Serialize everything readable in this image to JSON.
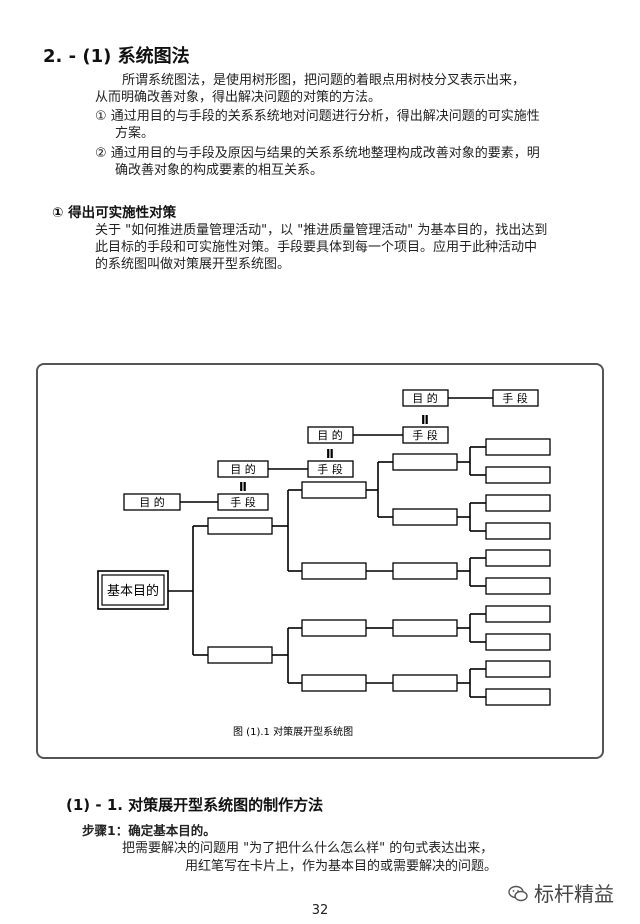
{
  "section_title": "2. - (1) 系统图法",
  "intro": {
    "line1": "所谓系统图法，是使用树形图，把问题的着眼点用树枝分叉表示出来，",
    "line2": "从而明确改善对象，得出解决问题的对策的方法。",
    "item1_line1": "① 通过用目的与手段的关系系统地对问题进行分析，得出解决问题的可实施性",
    "item1_line2": "方案。",
    "item2_line1": "② 通过用目的与手段及原因与结果的关系系统地整理构成改善对象的要素，明",
    "item2_line2": "确改善对象的构成要素的相互关系。"
  },
  "sub_heading": "① 得出可实施性对策",
  "sub_para": {
    "line1": "关于 \"如何推进质量管理活动\"，以 \"推进质量管理活动\" 为基本目的，找出达到",
    "line2": "此目标的手段和可实施性对策。手段要具体到每一个项目。应用于此种活动中",
    "line3": "的系统图叫做对策展开型系统图。"
  },
  "diagram": {
    "root_label": "基本目的",
    "purpose_label": "目 的",
    "means_label": "手 段",
    "equals_glyph": "Ⅱ",
    "caption": "图 (1).1 对策展开型系统图"
  },
  "section2_title": "(1) - 1. 对策展开型系统图的制作方法",
  "step1": {
    "heading": "步骤1：确定基本目的。",
    "line1": "把需要解决的问题用 \"为了把什么什么怎么样\" 的句式表达出来，",
    "line2": "用红笔写在卡片上，作为基本目的或需要解决的问题。"
  },
  "watermark": "标杆精益",
  "page_number": "32"
}
